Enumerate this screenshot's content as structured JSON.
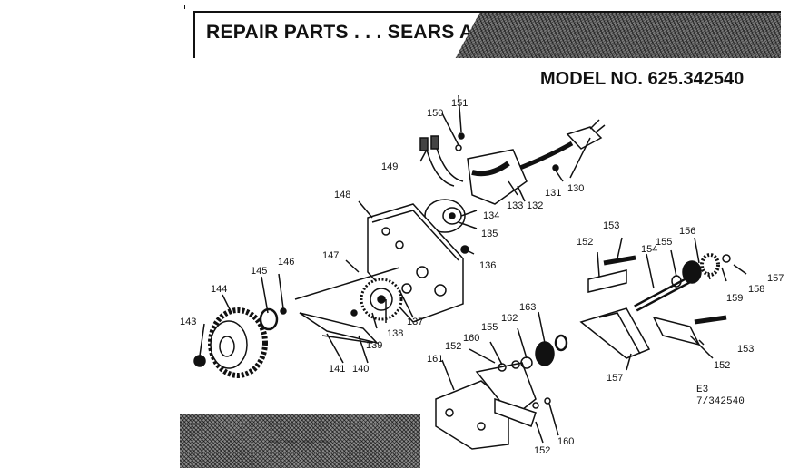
{
  "header": {
    "title": "REPAIR PARTS . . . SEARS AU"
  },
  "model": {
    "text": "MODEL NO. 625.342540"
  },
  "code": {
    "line1": "E3",
    "line2": "7/342540"
  },
  "parts": {
    "p130": "130",
    "p131": "131",
    "p132": "132",
    "p133": "133",
    "p134": "134",
    "p135": "135",
    "p136": "136",
    "p137": "137",
    "p138": "138",
    "p139": "139",
    "p140": "140",
    "p141": "141",
    "p143": "143",
    "p144": "144",
    "p145": "145",
    "p146": "146",
    "p147": "147",
    "p148": "148",
    "p149": "149",
    "p150": "150",
    "p151": "151",
    "p152a": "152",
    "p152b": "152",
    "p152c": "152",
    "p152d": "152",
    "p153a": "153",
    "p153b": "153",
    "p154": "154",
    "p155a": "155",
    "p155b": "155",
    "p156": "156",
    "p157a": "157",
    "p157b": "157",
    "p158": "158",
    "p159": "159",
    "p160a": "160",
    "p160b": "160",
    "p161": "161",
    "p162": "162",
    "p163": "163"
  }
}
